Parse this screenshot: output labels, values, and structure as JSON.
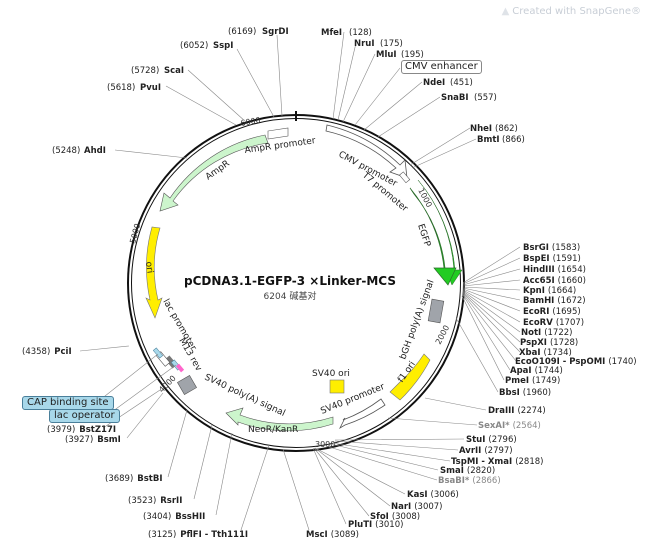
{
  "watermark": {
    "text": "Created with SnapGene®",
    "icon": "snapgene-logo-icon"
  },
  "plasmid": {
    "name": "pCDNA3.1-EGFP-3 ×Linker-MCS",
    "length": "6204",
    "length_unit": "碱基对"
  },
  "ticks": [
    "1000",
    "2000",
    "3000",
    "4000",
    "5000",
    "6000"
  ],
  "features": {
    "cmv_enhancer": "CMV enhancer",
    "cmv_promoter": "CMV promoter",
    "t7_promoter": "T7 promoter",
    "egfp": "EGFP",
    "bgh_polya": "bGH poly(A) signal",
    "f1_ori": "f1 ori",
    "sv40_promoter": "SV40 promoter",
    "sv40_ori": "SV40 ori",
    "neor": "NeoR/KanR",
    "sv40_polya": "SV40 poly(A) signal",
    "m13_rev": "M13 rev",
    "lac_promoter": "lac promoter",
    "ori": "ori",
    "ampr": "AmpR",
    "ampr_promoter": "AmpR promoter",
    "cap_binding_site": "CAP binding site",
    "lac_operator": "lac operator"
  },
  "sites": {
    "sgrdi": {
      "name": "SgrDI",
      "pos": "(6169)"
    },
    "sspi": {
      "name": "SspI",
      "pos": "(6052)"
    },
    "scai": {
      "name": "ScaI",
      "pos": "(5728)"
    },
    "pvui": {
      "name": "PvuI",
      "pos": "(5618)"
    },
    "ahdi": {
      "name": "AhdI",
      "pos": "(5248)"
    },
    "pcii": {
      "name": "PciI",
      "pos": "(4358)"
    },
    "bstz17i": {
      "name": "BstZ17I",
      "pos": "(3979)"
    },
    "bsmi": {
      "name": "BsmI",
      "pos": "(3927)"
    },
    "bstbi": {
      "name": "BstBI",
      "pos": "(3689)"
    },
    "rsrii": {
      "name": "RsrII",
      "pos": "(3523)"
    },
    "bsshii": {
      "name": "BssHII",
      "pos": "(3404)"
    },
    "pflfi": {
      "name": "PflFI - Tth111I",
      "pos": "(3125)"
    },
    "msci": {
      "name": "MscI",
      "pos": "(3089)"
    },
    "mfei": {
      "name": "MfeI",
      "pos": "(128)"
    },
    "nrui": {
      "name": "NruI",
      "pos": "(175)"
    },
    "mlui": {
      "name": "MluI",
      "pos": "(195)"
    },
    "ndei": {
      "name": "NdeI",
      "pos": "(451)"
    },
    "snabi": {
      "name": "SnaBI",
      "pos": "(557)"
    },
    "nhei": {
      "name": "NheI",
      "pos": "(862)"
    },
    "bmti": {
      "name": "BmtI",
      "pos": "(866)"
    },
    "bsrgi": {
      "name": "BsrGI",
      "pos": "(1583)"
    },
    "bspei": {
      "name": "BspEI",
      "pos": "(1591)"
    },
    "hindiii": {
      "name": "HindIII",
      "pos": "(1654)"
    },
    "acc65i": {
      "name": "Acc65I",
      "pos": "(1660)"
    },
    "kpni": {
      "name": "KpnI",
      "pos": "(1664)"
    },
    "bamhi": {
      "name": "BamHI",
      "pos": "(1672)"
    },
    "ecori": {
      "name": "EcoRI",
      "pos": "(1695)"
    },
    "ecorv": {
      "name": "EcoRV",
      "pos": "(1707)"
    },
    "noti": {
      "name": "NotI",
      "pos": "(1722)"
    },
    "pspxi": {
      "name": "PspXI",
      "pos": "(1728)"
    },
    "xbai": {
      "name": "XbaI",
      "pos": "(1734)"
    },
    "ecoo109i": {
      "name": "EcoO109I - PspOMI",
      "pos": "(1740)"
    },
    "apai": {
      "name": "ApaI",
      "pos": "(1744)"
    },
    "pmei": {
      "name": "PmeI",
      "pos": "(1749)"
    },
    "bbsi": {
      "name": "BbsI",
      "pos": "(1960)"
    },
    "draiii": {
      "name": "DraIII",
      "pos": "(2274)"
    },
    "sexai": {
      "name": "SexAI*",
      "pos": "(2564)"
    },
    "stui": {
      "name": "StuI",
      "pos": "(2796)"
    },
    "avrii": {
      "name": "AvrII",
      "pos": "(2797)"
    },
    "tspmi": {
      "name": "TspMI - XmaI",
      "pos": "(2818)"
    },
    "smai": {
      "name": "SmaI",
      "pos": "(2820)"
    },
    "bsabi": {
      "name": "BsaBI*",
      "pos": "(2866)"
    },
    "kasi": {
      "name": "KasI",
      "pos": "(3006)"
    },
    "nari": {
      "name": "NarI",
      "pos": "(3007)"
    },
    "sfoi": {
      "name": "SfoI",
      "pos": "(3008)"
    },
    "plutI": {
      "name": "PluTI",
      "pos": "(3010)"
    }
  },
  "colors": {
    "egfp": "#22cc22",
    "ori": "#ffee00",
    "f1_ori": "#ffee00",
    "sv40_ori": "#ffee00",
    "ampr": "#ccf5cc",
    "neor": "#ccf5cc",
    "promoter": "#ffffff",
    "polya": "#a0a4aa",
    "tag_blue": "#a8d8ea",
    "backbone": "#000000"
  }
}
